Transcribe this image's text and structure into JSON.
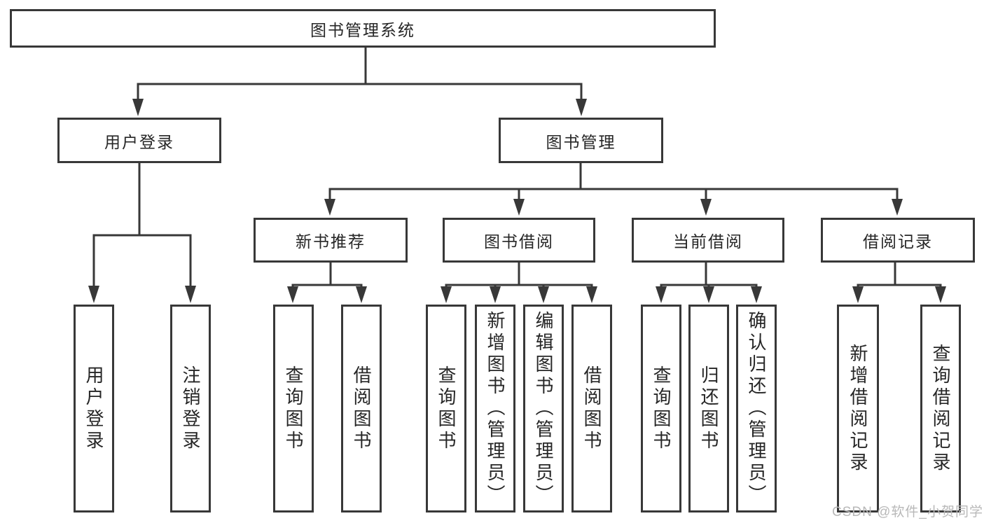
{
  "diagram": {
    "title": "图书管理系统",
    "tree": {
      "root": {
        "label": "图书管理系统"
      },
      "level2": [
        {
          "label": "用户登录"
        },
        {
          "label": "图书管理"
        }
      ],
      "level3": [
        {
          "label": "新书推荐",
          "parent": "图书管理"
        },
        {
          "label": "图书借阅",
          "parent": "图书管理"
        },
        {
          "label": "当前借阅",
          "parent": "图书管理"
        },
        {
          "label": "借阅记录",
          "parent": "图书管理"
        }
      ],
      "leaves": [
        {
          "label": "用户登录",
          "parent": "用户登录"
        },
        {
          "label": "注销登录",
          "parent": "用户登录"
        },
        {
          "label": "查询图书",
          "parent": "新书推荐"
        },
        {
          "label": "借阅图书",
          "parent": "新书推荐"
        },
        {
          "label": "查询图书",
          "parent": "图书借阅"
        },
        {
          "label": "新增图书（管理员）",
          "parent": "图书借阅"
        },
        {
          "label": "编辑图书（管理员）",
          "parent": "图书借阅"
        },
        {
          "label": "借阅图书",
          "parent": "图书借阅"
        },
        {
          "label": "查询图书",
          "parent": "当前借阅"
        },
        {
          "label": "归还图书",
          "parent": "当前借阅"
        },
        {
          "label": "确认归还（管理员）",
          "parent": "当前借阅"
        },
        {
          "label": "新增借阅记录",
          "parent": "借阅记录"
        },
        {
          "label": "查询借阅记录",
          "parent": "借阅记录"
        }
      ]
    },
    "colors": {
      "line": "#383838",
      "text": "#262626",
      "background": "#ffffff",
      "watermark_color": "#b8b8b8"
    }
  },
  "watermark": "CSDN @软件_小贺同学"
}
